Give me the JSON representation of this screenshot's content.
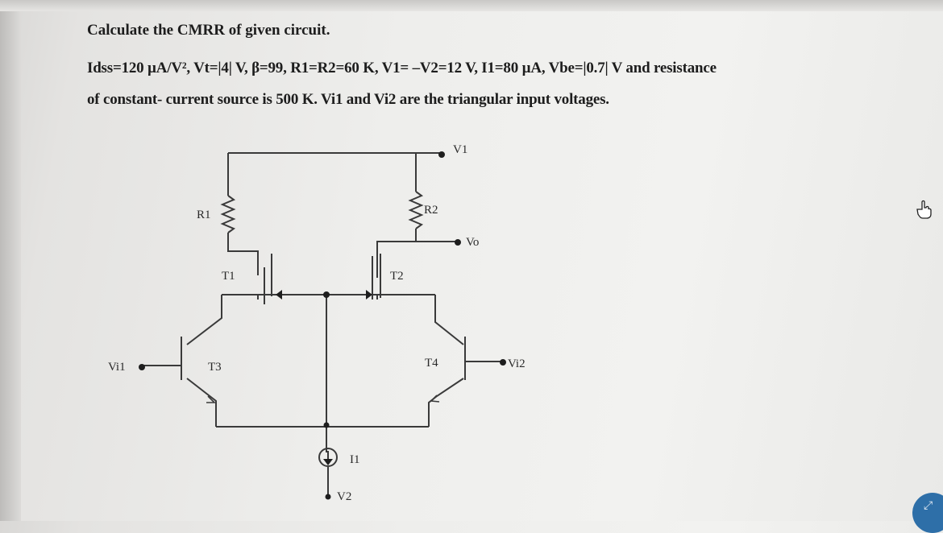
{
  "question": {
    "title": "Calculate the CMRR of given circuit.",
    "line2": "Idss=120 µA/V², Vt=|4| V, β=99, R1=R2=60 K, V1= –V2=12 V, I1=80 µA, Vbe=|0.7| V and resistance",
    "line3": "of constant- current source is 500 K. Vi1 and Vi2 are the triangular input voltages."
  },
  "circuit": {
    "labels": {
      "v1": "V1",
      "r1": "R1",
      "r2": "R2",
      "vo": "Vo",
      "t1": "T1",
      "t2": "T2",
      "t3": "T3",
      "t4": "T4",
      "vi1": "Vi1",
      "vi2": "Vi2",
      "i1": "I1",
      "v2": "V2"
    }
  },
  "icons": {
    "cursor": "mouse-pointer-icon",
    "corner": "expand-icon"
  }
}
